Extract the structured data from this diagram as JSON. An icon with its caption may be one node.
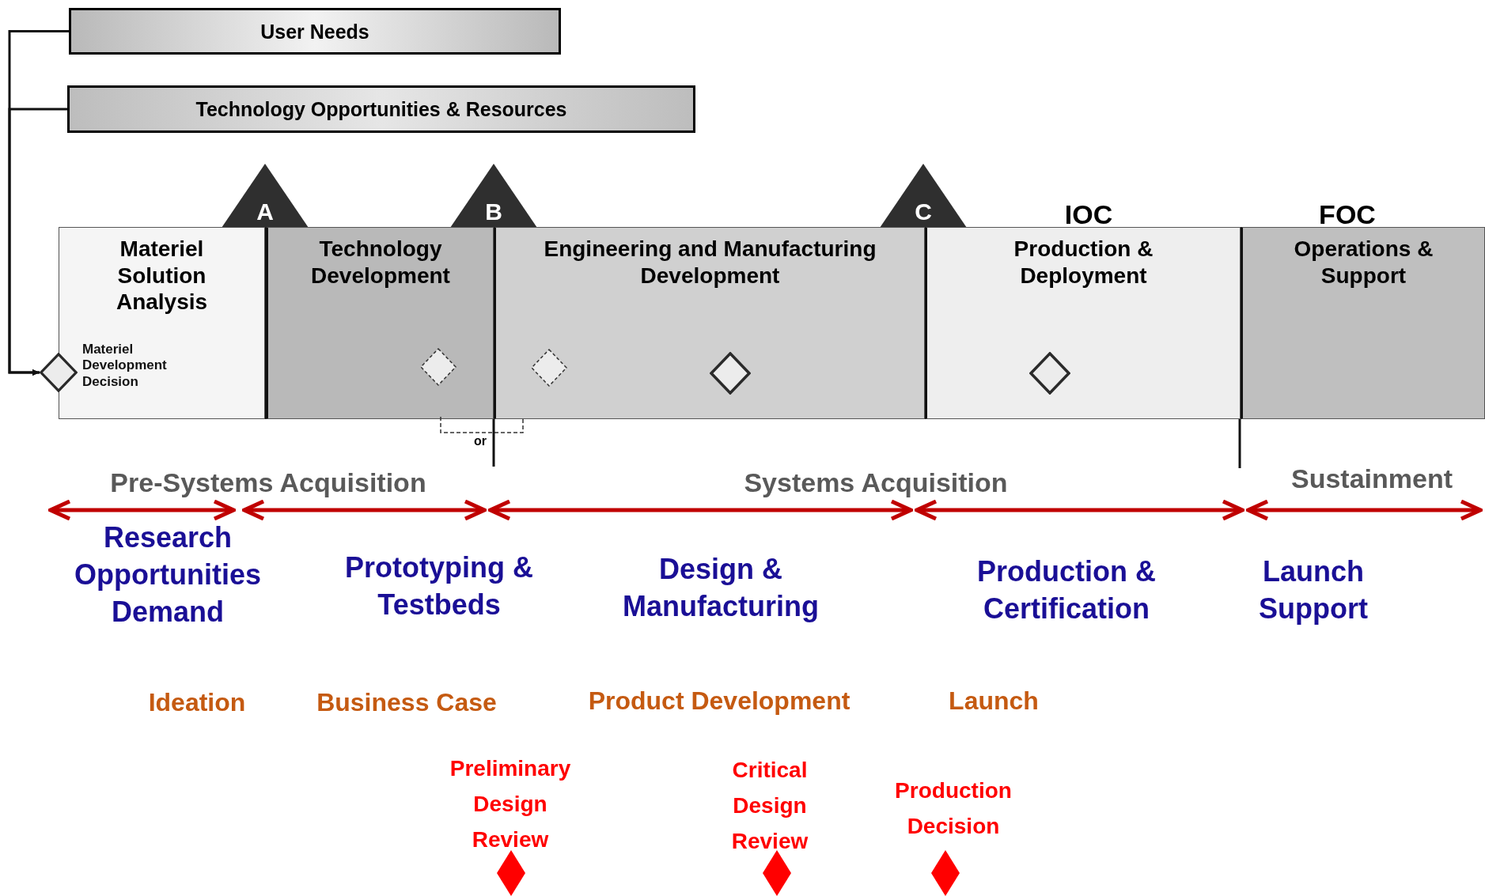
{
  "diagram": {
    "nodes": [
      {
        "text": [
          "User Needs"
        ]
      },
      {
        "text": [
          "Technology Opportunities & Resources"
        ]
      },
      {
        "text": [
          "A"
        ]
      },
      {
        "text": [
          "B"
        ]
      },
      {
        "text": [
          "C"
        ]
      },
      {
        "text": [
          "Materiel Solution Analysis"
        ]
      },
      {
        "text": [
          "Technology Development"
        ]
      },
      {
        "text": [
          "Engineering and Manufacturing Development"
        ]
      },
      {
        "text": [
          "Production & Deployment"
        ],
        "beside": [
          "IOC"
        ]
      },
      {
        "text": [
          "Operations & Support"
        ],
        "beside": [
          "FOC"
        ]
      },
      {
        "text": [],
        "shape": "diamond",
        "beside": [
          "Materiel Development Decision"
        ]
      },
      {
        "text": [],
        "shape": "diamond",
        "in": 6
      },
      {
        "text": [],
        "shape": "diamond",
        "in": 7
      },
      {
        "text": [],
        "shape": "diamond",
        "in": 7
      },
      {
        "text": [],
        "shape": "diamond",
        "in": 8
      },
      {
        "text": [],
        "shape": "diamond",
        "beside": [
          "Preliminary Design Review"
        ]
      },
      {
        "text": [],
        "shape": "diamond",
        "beside": [
          "Critical Design Review"
        ]
      },
      {
        "text": [],
        "shape": "diamond",
        "beside": [
          "Production Decision"
        ]
      }
    ],
    "edges": [
      {
        "from": 0,
        "to": 10,
        "arrow": "to"
      },
      {
        "from": 1,
        "to": 10,
        "arrow": "to"
      }
    ],
    "labels": [
      "or",
      "Pre-Systems Acquisition",
      "Systems Acquisition",
      "Sustainment",
      "Research Opportunities Demand",
      "Prototyping & Testbeds",
      "Design & Manufacturing",
      "Production & Certification",
      "Launch Support",
      "Ideation",
      "Business Case",
      "Product Development",
      "Launch"
    ]
  }
}
